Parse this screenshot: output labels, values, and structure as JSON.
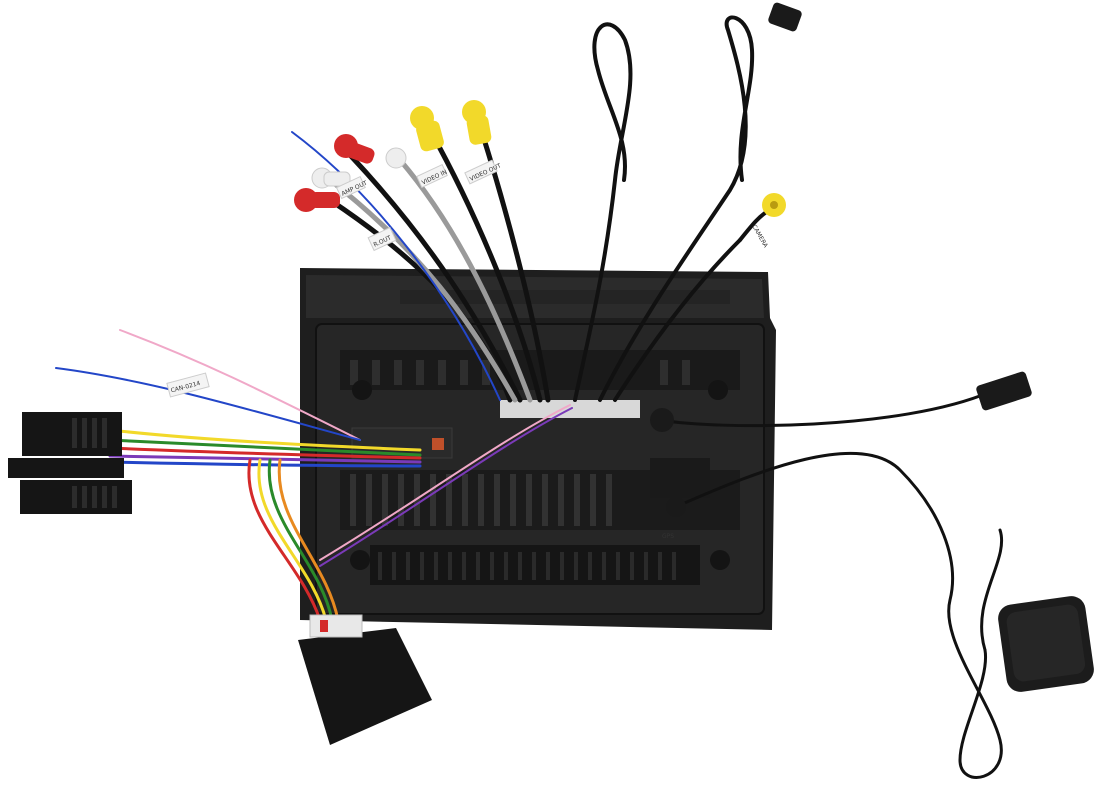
{
  "photo": {
    "labels": {
      "r_out": "R.OUT",
      "amp_out": "AMP OUT",
      "video_in": "VIDEO IN",
      "video_out": "VIDEO OUT",
      "camera": "CAMERA",
      "can_tag": "CAN-0214",
      "gps": "GPS"
    },
    "colors": {
      "background": "#ffffff",
      "chassis": "#232323",
      "rca_red": "#d42a2a",
      "rca_white": "#eeeeee",
      "rca_yellow": "#f2d92a",
      "cable_black": "#111111",
      "wire_blue": "#2346c8",
      "wire_gray": "#a9a9a9"
    }
  }
}
